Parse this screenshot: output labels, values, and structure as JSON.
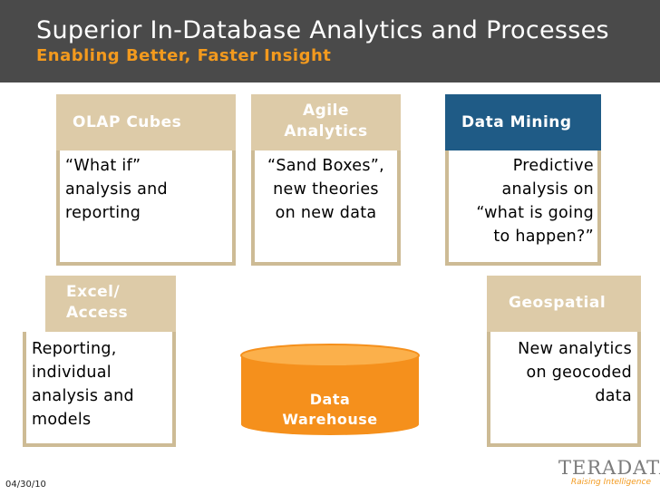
{
  "header": {
    "title": "Superior In-Database Analytics and Processes",
    "subtitle": "Enabling Better, Faster Insight"
  },
  "cards": {
    "olap": {
      "title": "OLAP Cubes",
      "lines": [
        "“What if”",
        "analysis and",
        "reporting"
      ]
    },
    "agile": {
      "title_lines": [
        "Agile",
        "Analytics"
      ],
      "lines": [
        "“Sand Boxes”,",
        "new theories",
        "on new data"
      ]
    },
    "mining": {
      "title": "Data Mining",
      "lines": [
        "Predictive",
        "analysis on",
        "“what is going",
        "to happen?”"
      ]
    },
    "excel": {
      "title_lines": [
        "Excel/",
        "Access"
      ],
      "lines": [
        "Reporting,",
        "individual",
        "analysis and",
        "models"
      ]
    },
    "geo": {
      "title": "Geospatial",
      "lines": [
        "New analytics",
        "on geocoded",
        "data"
      ]
    }
  },
  "warehouse": {
    "lines": [
      "Data",
      "Warehouse"
    ]
  },
  "footer": {
    "date": "04/30/10",
    "logo": "TERADATA.",
    "tagline": "Raising Intelligence"
  },
  "colors": {
    "header_bg": "#4a4a4a",
    "accent_orange": "#f39a1e",
    "tan": "#ddcba8",
    "blue": "#1f5b86"
  }
}
